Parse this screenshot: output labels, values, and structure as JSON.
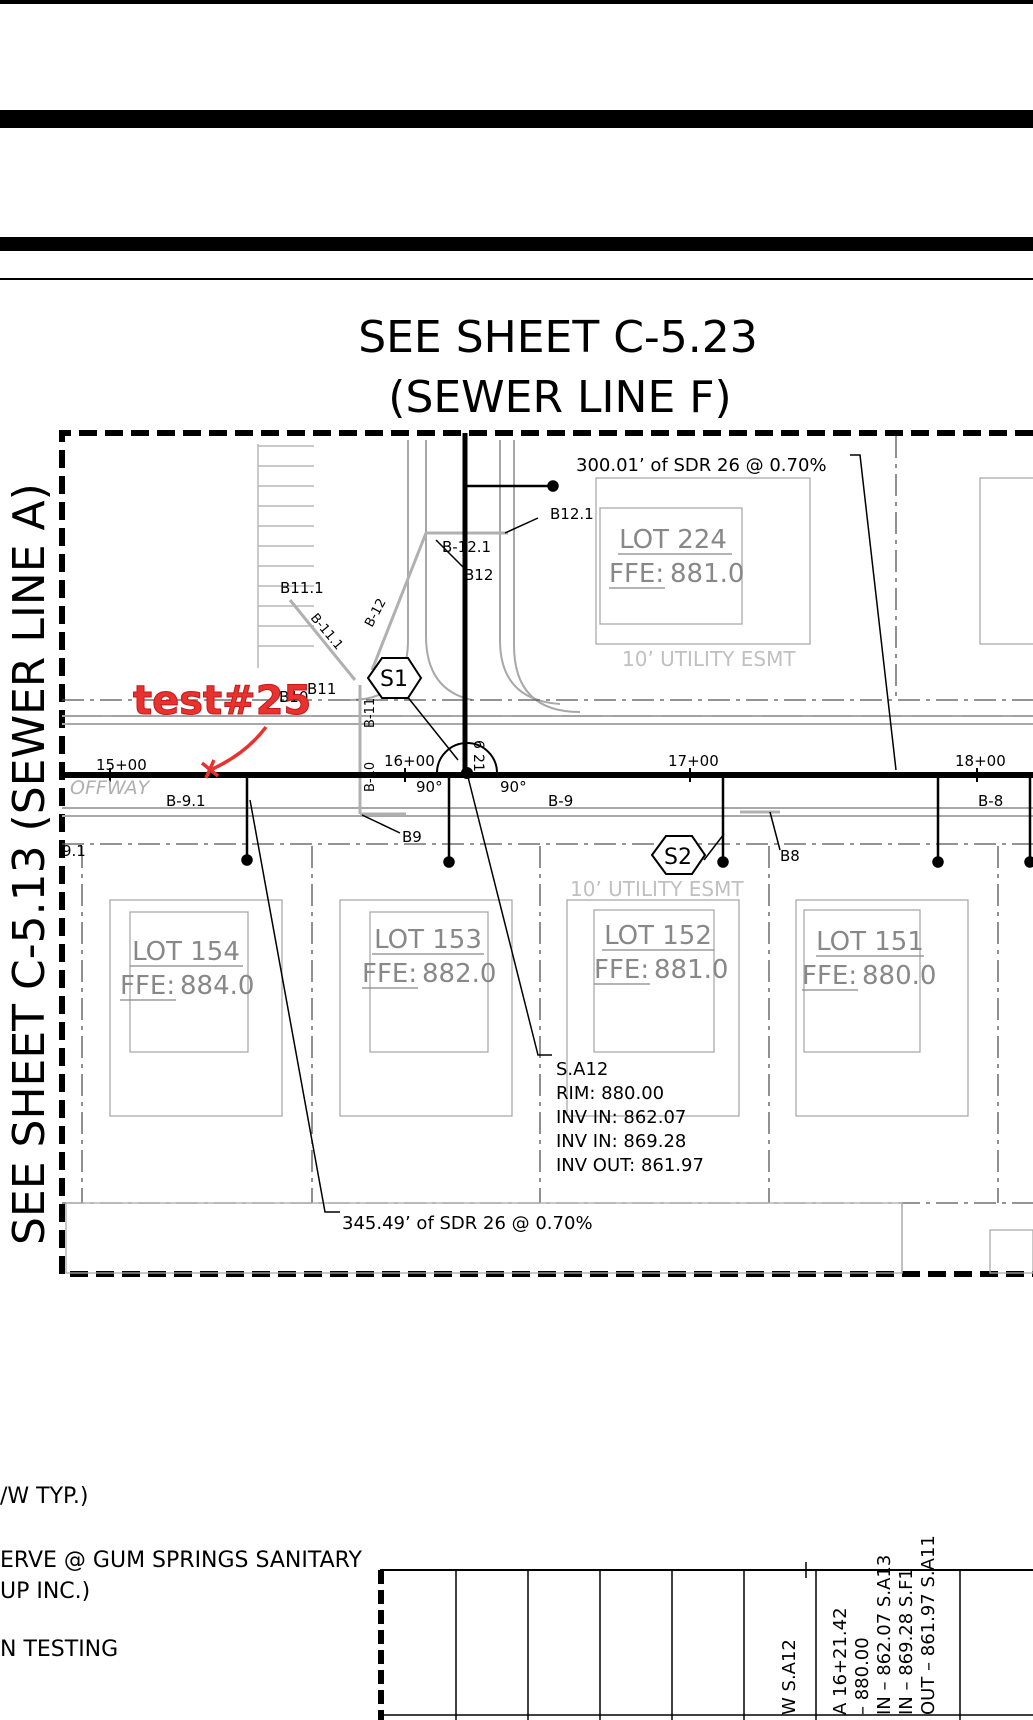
{
  "header": {
    "see_sheet_top_line1": "SEE SHEET C-5.23",
    "see_sheet_top_line2": "(SEWER LINE F)",
    "see_sheet_left": "SEE SHEET C-5.13 (SEWER LINE A)"
  },
  "pipe_callouts": {
    "top": "300.01’ of SDR 26 @ 0.70%",
    "bottom": "345.49’ of SDR 26 @ 0.70%"
  },
  "lots": [
    {
      "name": "LOT 224",
      "ffe_label": "FFE:",
      "ffe_value": "881.0"
    },
    {
      "name": "LOT 154",
      "ffe_label": "FFE:",
      "ffe_value": "884.0"
    },
    {
      "name": "LOT 153",
      "ffe_label": "FFE:",
      "ffe_value": "882.0"
    },
    {
      "name": "LOT 152",
      "ffe_label": "FFE:",
      "ffe_value": "881.0"
    },
    {
      "name": "LOT 151",
      "ffe_label": "FFE:",
      "ffe_value": "880.0"
    }
  ],
  "easements": {
    "top": "10’ UTILITY ESMT",
    "bottom": "10’ UTILITY ESMT"
  },
  "stations": [
    "15+00",
    "16+00",
    "17+00",
    "18+00"
  ],
  "laterals": {
    "b12_1": "B12.1",
    "b_12_1": "B-12.1",
    "b12": "B12",
    "b11_1": "B11.1",
    "b_11_1": "B-11.1",
    "b_12": "B-12",
    "b11": "B11",
    "b10": "B10",
    "b_11": "B-11",
    "b_10": "B-10",
    "b_9_1": "B-9.1",
    "b9_1": "9.1",
    "b9": "B9",
    "b_9": "B-9",
    "b8": "B8",
    "b_8": "B-8"
  },
  "manholes": {
    "s1": "S1",
    "s2": "S2"
  },
  "angles": {
    "left": "90°",
    "right": "90°",
    "top": "6",
    "mid": "21"
  },
  "offway": "OFFWAY",
  "annotation": "test#25",
  "structure": {
    "name": "S.A12",
    "rim": "RIM: 880.00",
    "inv_in_1": "INV IN: 862.07",
    "inv_in_2": "INV IN: 869.28",
    "inv_out": "INV OUT: 861.97"
  },
  "notes": [
    "/W TYP.)",
    "ERVE @ GUM SPRINGS SANITARY",
    "UP INC.)",
    "N TESTING"
  ],
  "profile_table": {
    "col1": "W S.A12",
    "col2a": "A 16+21.42",
    "col2b": "– 880.00",
    "col3": "IN – 862.07 S.A13",
    "col4": "IN – 869.28 S.F1",
    "col5": "OUT – 861.97 S.A11"
  },
  "colors": {
    "ink": "#000000",
    "faint": "#9a9a9a",
    "annotation": "#e8322f"
  }
}
